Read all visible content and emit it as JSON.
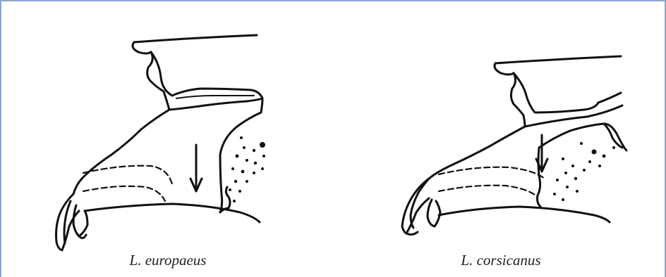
{
  "figure": {
    "panels": [
      {
        "caption": "L. europaeus",
        "icon": "skull-jaw-illustration"
      },
      {
        "caption": "L. corsicanus",
        "icon": "skull-jaw-illustration"
      }
    ],
    "colors": {
      "border": "#8ea6c9",
      "ink": "#111111",
      "background": "#ffffff"
    }
  }
}
